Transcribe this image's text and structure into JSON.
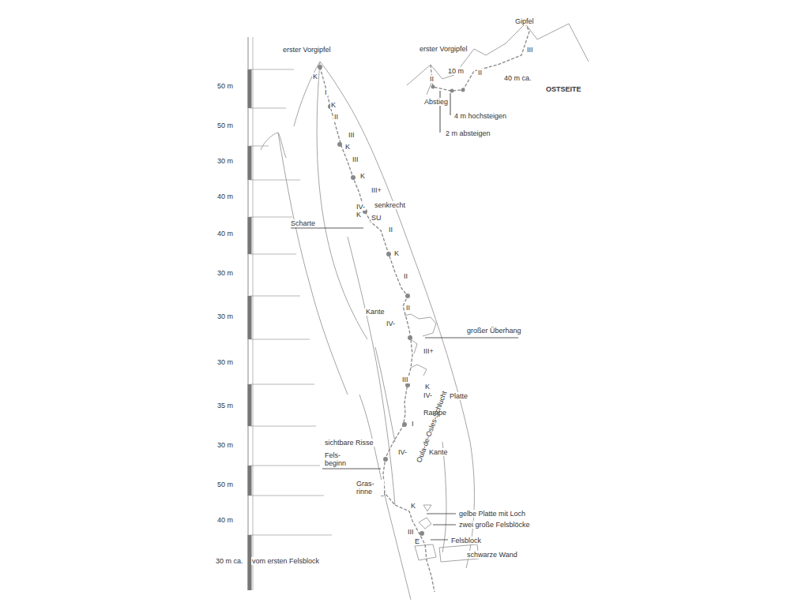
{
  "diagram": {
    "labels": [
      "50 m",
      "50 m",
      "30 m",
      "40 m",
      "40 m",
      "30 m",
      "30 m",
      "30 m",
      "35 m",
      "30 m",
      "50 m",
      "40 m",
      "30 m ca.",
      "vom ersten Felsblock",
      "erster Vorgipfel",
      "K",
      "I",
      "K",
      "II",
      "III",
      "K",
      "III",
      "K",
      "III+",
      "IV-",
      "K",
      "senkrecht",
      "SU",
      "Scharte",
      "II",
      "K",
      "II",
      "II",
      "Kante",
      "IV-",
      "großer Überhang",
      "III+",
      "III",
      "K",
      "IV-",
      "Platte",
      "Rampe",
      "I",
      "sichtbare Risse",
      "Fels- beginn",
      "IV-",
      "Kante",
      "Gras- rinne",
      "Oula-de-Osles-Schlucht",
      "K",
      "gelbe Platte mit Loch",
      "zwei große Felsblöcke",
      "III",
      "E",
      "Felsblock",
      "schwarze Wand",
      "Gipfel",
      "erster Vorgipfel",
      "10 m",
      "II",
      "II",
      "III",
      "40 m ca.",
      "OSTSEITE",
      "Abstieg",
      "4 m hochsteigen",
      "2 m absteigen"
    ]
  }
}
